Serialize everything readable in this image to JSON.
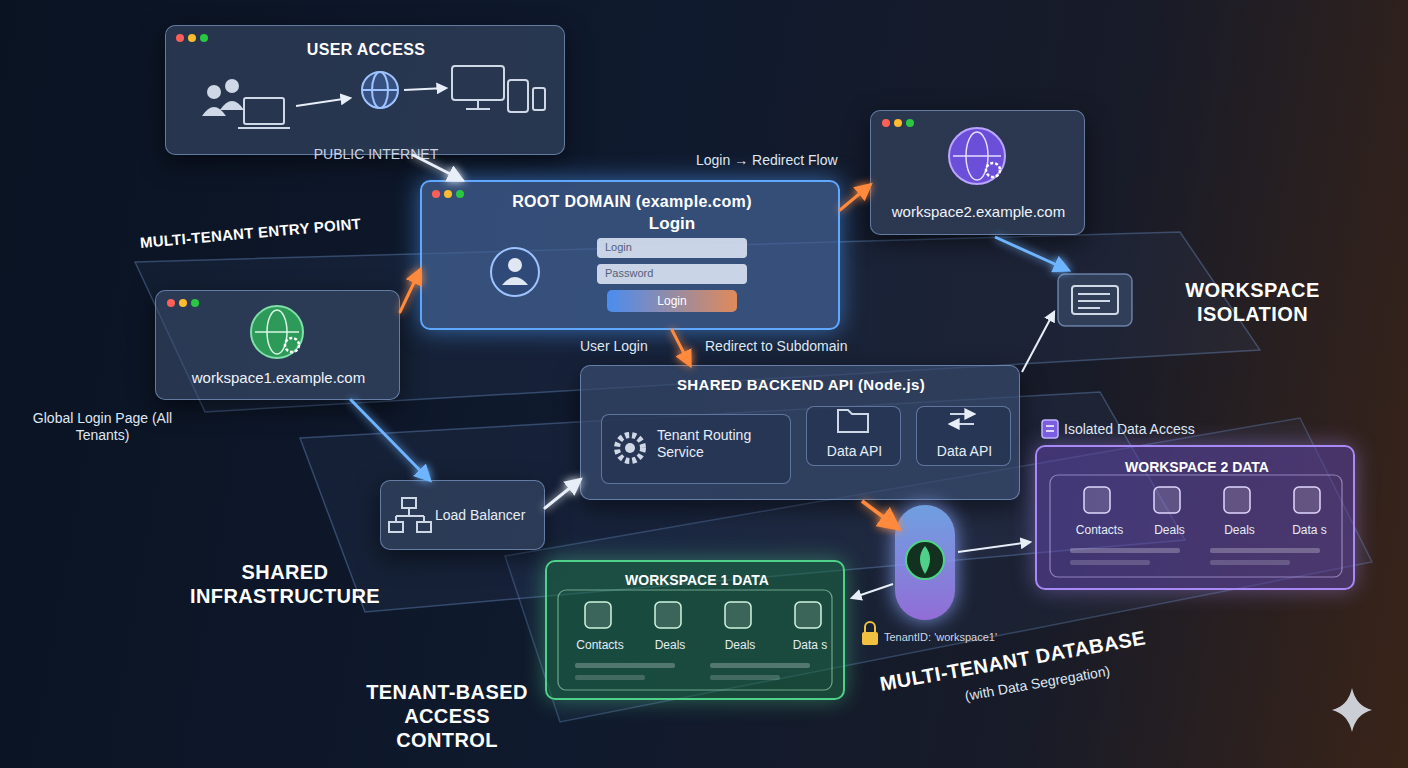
{
  "diagram": {
    "nodes": [
      {
        "text": [
          "USER ACCESS",
          "PUBLIC INTERNET"
        ]
      },
      {
        "text": [
          "ROOT DOMAIN (example.com)",
          "Login"
        ]
      },
      {
        "text": [
          "Login"
        ],
        "in": 1
      },
      {
        "text": [
          "Password"
        ],
        "in": 1
      },
      {
        "text": [
          "Login"
        ],
        "in": 1
      },
      {
        "text": [
          "workspace2.example.com"
        ]
      },
      {
        "text": [
          "workspace1.example.com"
        ]
      },
      {
        "text": [
          "SHARED BACKEND API (Node.js)"
        ]
      },
      {
        "text": [
          "Tenant Routing Service"
        ],
        "in": 7
      },
      {
        "text": [
          "Data API"
        ],
        "in": 7
      },
      {
        "text": [
          "Data API"
        ],
        "in": 7
      },
      {
        "text": [
          "Load Balancer"
        ]
      },
      {
        "text": [
          "WORKSPACE 2 DATA",
          "Contacts",
          "Deals",
          "Deals",
          "Data s"
        ]
      },
      {
        "text": [
          "WORKSPACE 1 DATA",
          "Contacts",
          "Deals",
          "Deals",
          "Data s"
        ]
      }
    ],
    "edges": [
      {
        "from": 0,
        "to": 1,
        "arrow": "to"
      },
      {
        "from": 1,
        "to": 5,
        "label": "Login → Redirect Flow",
        "arrow": "to"
      },
      {
        "from": 6,
        "to": 1,
        "arrow": "to"
      },
      {
        "from": 1,
        "to": 7,
        "label": "User Login",
        "arrow": "to"
      },
      {
        "from": 6,
        "to": 11,
        "arrow": "to"
      },
      {
        "from": 11,
        "to": 7,
        "arrow": "to"
      }
    ],
    "labels": [
      "MULTI-TENANT ENTRY POINT",
      "Global Login Page (All Tenants)",
      "WORKSPACE ISOLATION",
      "Redirect to Subdomain",
      "SHARED INFRASTRUCTURE",
      "Isolated Data Access",
      "TenantID: 'workspace1'",
      "TENANT-BASED ACCESS CONTROL",
      "MULTI-TENANT DATABASE",
      "(with Data Segregation)"
    ]
  }
}
